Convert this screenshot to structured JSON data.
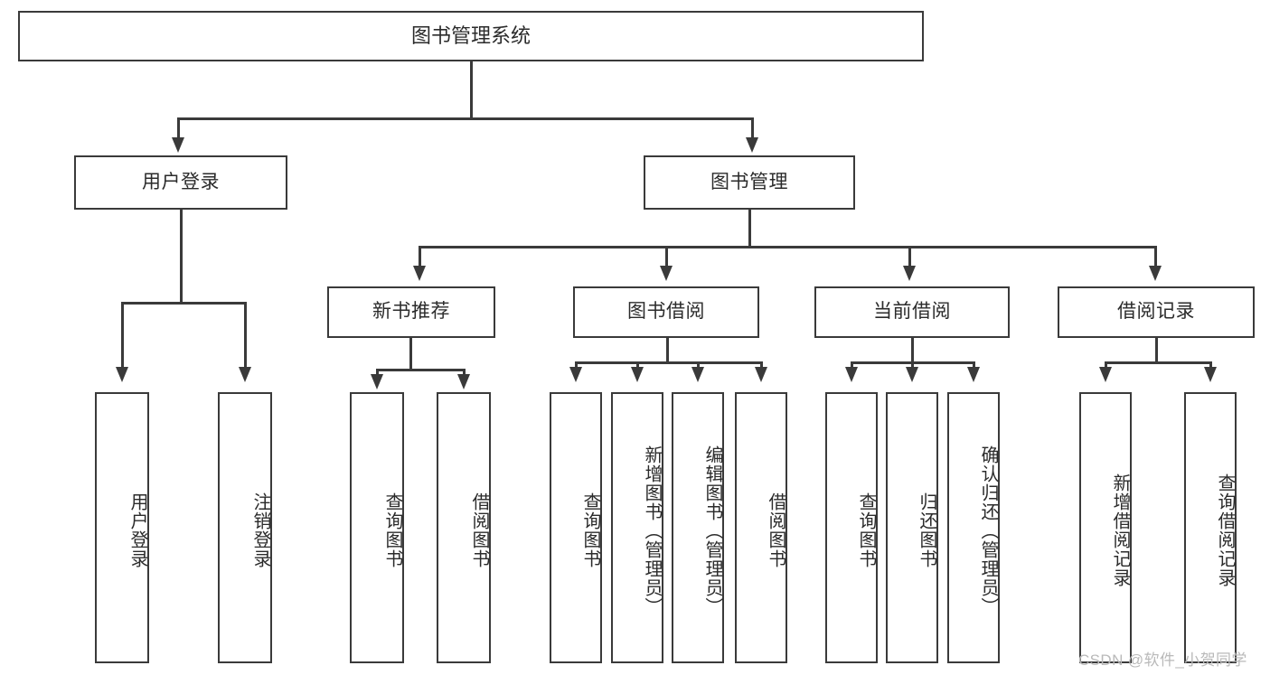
{
  "diagram": {
    "title": "图书管理系统",
    "type": "hierarchy-tree",
    "colors": {
      "stroke": "#3a3a3a",
      "fill": "#ffffff",
      "text": "#2b2b2b",
      "watermark": "#b9b9b9"
    },
    "root": {
      "label": "图书管理系统"
    },
    "level1": [
      {
        "label": "用户登录"
      },
      {
        "label": "图书管理"
      }
    ],
    "level2": [
      {
        "label": "新书推荐"
      },
      {
        "label": "图书借阅"
      },
      {
        "label": "当前借阅"
      },
      {
        "label": "借阅记录"
      }
    ],
    "leaves": {
      "user_login": [
        {
          "label": "用户登录"
        },
        {
          "label": "注销登录"
        }
      ],
      "new_book_recommend": [
        {
          "label": "查询图书"
        },
        {
          "label": "借阅图书"
        }
      ],
      "book_borrow": [
        {
          "label": "查询图书"
        },
        {
          "label": "新增图书（管理员）"
        },
        {
          "label": "编辑图书（管理员）"
        },
        {
          "label": "借阅图书"
        }
      ],
      "current_borrow": [
        {
          "label": "查询图书"
        },
        {
          "label": "归还图书"
        },
        {
          "label": "确认归还（管理员）"
        }
      ],
      "borrow_record": [
        {
          "label": "新增借阅记录"
        },
        {
          "label": "查询借阅记录"
        }
      ]
    },
    "watermark": "CSDN @软件_小贺同学"
  }
}
